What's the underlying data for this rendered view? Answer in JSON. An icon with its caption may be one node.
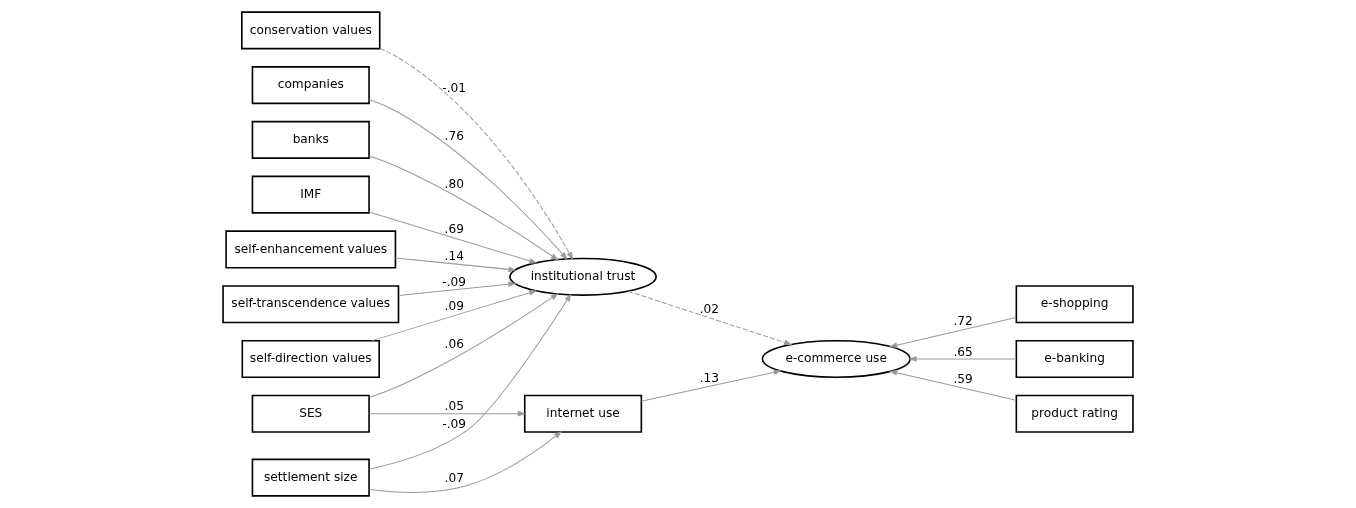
{
  "diagram": {
    "nodes": [
      {
        "text": [
          "self-enhancement values"
        ]
      },
      {
        "text": [
          "self-transcendence values"
        ]
      },
      {
        "text": [
          "self-direction values"
        ]
      },
      {
        "text": [
          "conservation values"
        ]
      },
      {
        "text": [
          "SES"
        ]
      },
      {
        "text": [
          "settlement size"
        ]
      },
      {
        "text": [
          "companies"
        ]
      },
      {
        "text": [
          "banks"
        ]
      },
      {
        "text": [
          "IMF"
        ]
      },
      {
        "text": [
          "institutional trust"
        ]
      },
      {
        "text": [
          "internet use"
        ]
      },
      {
        "text": [
          "e-commerce use"
        ]
      },
      {
        "text": [
          "e-shopping"
        ]
      },
      {
        "text": [
          "e-banking"
        ]
      },
      {
        "text": [
          "product rating"
        ]
      }
    ],
    "edges": [
      {
        "from": 0,
        "to": 9,
        "arrow": "to",
        "label": ".14"
      },
      {
        "from": 1,
        "to": 9,
        "arrow": "to",
        "label": "-.09"
      },
      {
        "from": 2,
        "to": 9,
        "arrow": "to",
        "label": ".09"
      },
      {
        "from": 3,
        "to": 9,
        "arrow": "to",
        "label": "-.01",
        "style": "dashed"
      },
      {
        "from": 4,
        "to": 9,
        "arrow": "to",
        "label": ".06"
      },
      {
        "from": 5,
        "to": 9,
        "arrow": "to",
        "label": "-.09"
      },
      {
        "from": 6,
        "to": 9,
        "arrow": "to",
        "label": ".76"
      },
      {
        "from": 7,
        "to": 9,
        "arrow": "to",
        "label": ".80"
      },
      {
        "from": 8,
        "to": 9,
        "arrow": "to",
        "label": ".69"
      },
      {
        "from": 4,
        "to": 10,
        "arrow": "to",
        "label": ".05"
      },
      {
        "from": 5,
        "to": 10,
        "arrow": "to",
        "label": ".07"
      },
      {
        "from": 9,
        "to": 11,
        "arrow": "to",
        "label": ".02",
        "style": "dashed"
      },
      {
        "from": 10,
        "to": 11,
        "arrow": "to",
        "label": ".13"
      },
      {
        "from": 12,
        "to": 11,
        "arrow": "to",
        "label": ".72"
      },
      {
        "from": 13,
        "to": 11,
        "arrow": "to",
        "label": ".65"
      },
      {
        "from": 14,
        "to": 11,
        "arrow": "to",
        "label": ".59"
      }
    ]
  }
}
